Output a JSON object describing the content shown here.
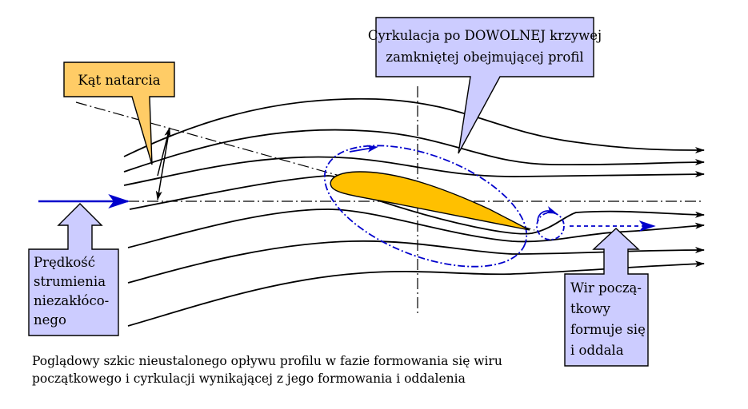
{
  "labels": {
    "angle_of_attack": "Kąt natarcia",
    "circulation": [
      "Cyrkulacja po DOWOLNEJ krzywej",
      "zamkniętej obejmującej profil"
    ],
    "freestream_velocity": [
      "Prędkość",
      "strumienia",
      "niezakłóco-",
      "nego"
    ],
    "starting_vortex": [
      "Wir począ-",
      "tkowy",
      "formuje się",
      "i oddala"
    ]
  },
  "caption": [
    "Poglądowy szkic nieustalonego opływu profilu w fazie formowania się wiru",
    "początkowego i cyrkulacji wynikającej z jego formowania i oddalenia"
  ],
  "colors": {
    "callout_blue": "#ccccff",
    "callout_orange": "#ffcc66",
    "airfoil": "#ffc000",
    "vector_blue": "#0000cc",
    "streamline": "#000000"
  }
}
